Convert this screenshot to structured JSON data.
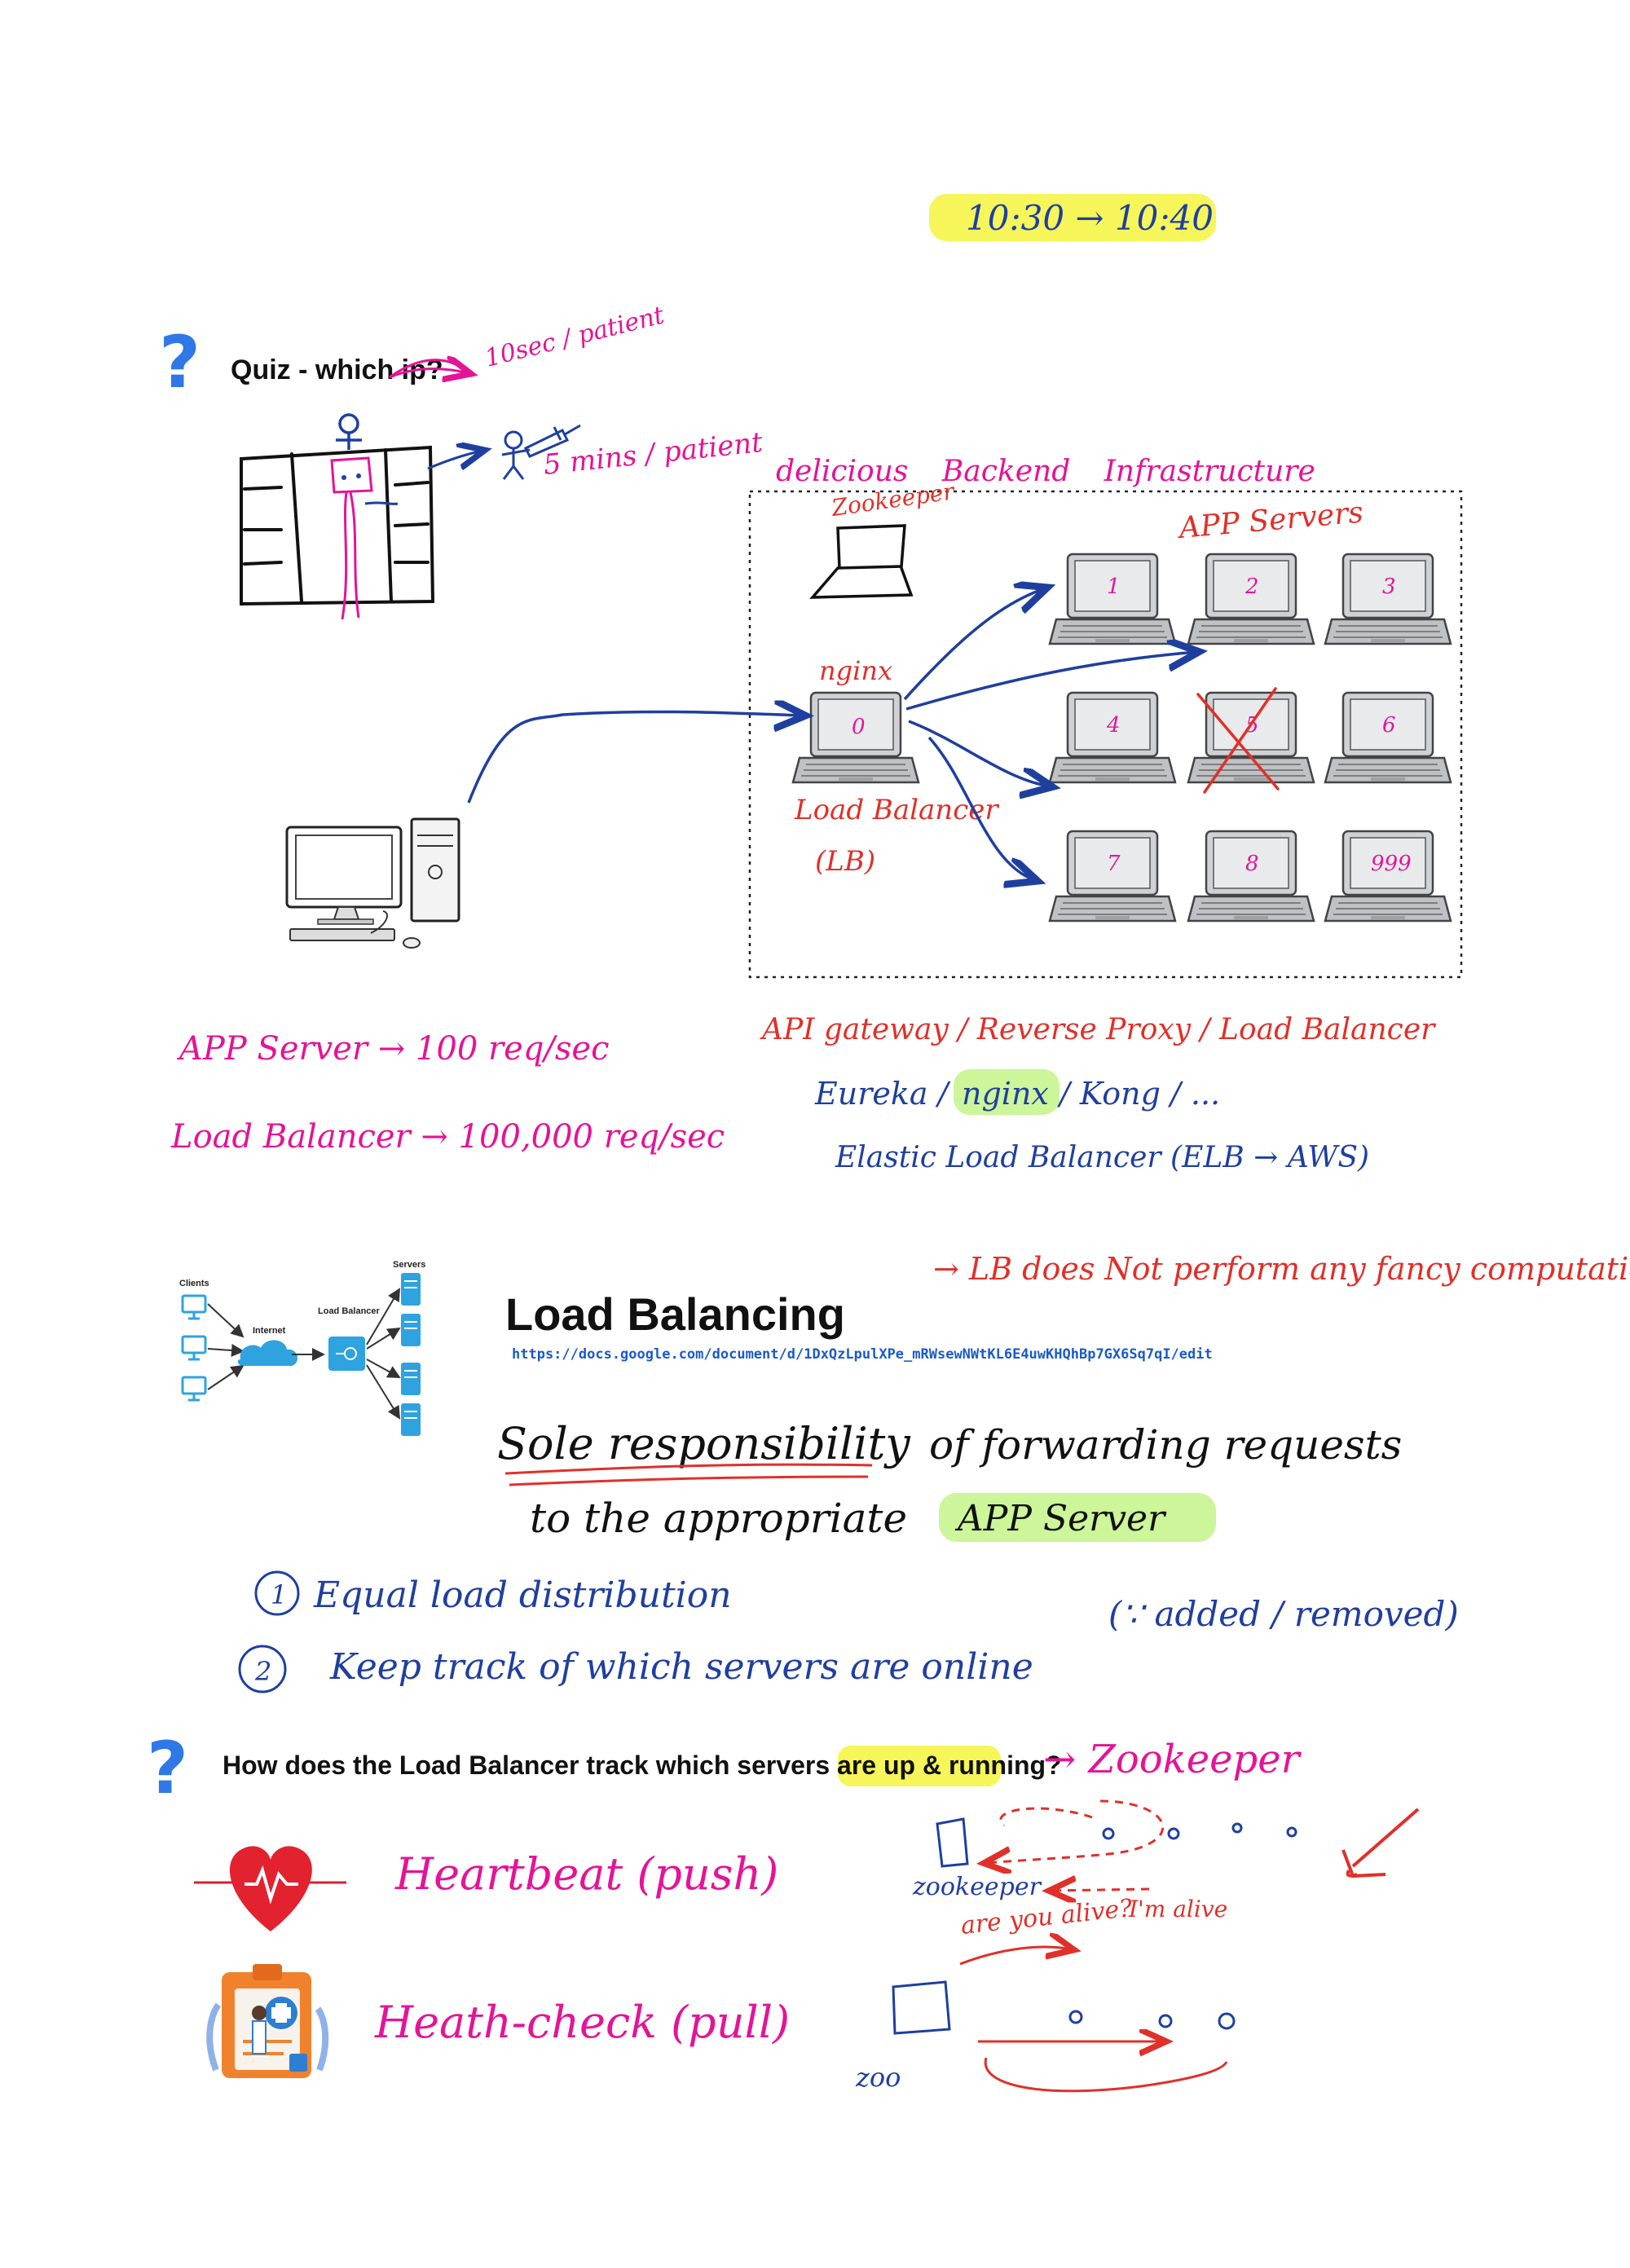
{
  "colors": {
    "pen_blue": "#1f3f9f",
    "pen_magenta": "#e41497",
    "pen_red": "#e0302a",
    "pen_black": "#111111",
    "highlight_yellow": "#f6f55a",
    "highlight_green": "#cdf59a",
    "question_blue": "#2f78e6",
    "link_blue": "#1a5ac8"
  },
  "time_note": "10:30 → 10:40",
  "quiz": {
    "title": "Quiz - which ip?",
    "note_fast": "10sec / patient",
    "note_slow": "5 mins / patient"
  },
  "infra": {
    "title": "delicious Backend Infrastructure",
    "zookeeper_label": "Zookeeper",
    "app_servers_label": "APP Servers",
    "nginx_label": "nginx",
    "lb_label": "Load Balancer",
    "lb_abbrev": "(LB)",
    "lb_number": "0",
    "servers": [
      "1",
      "2",
      "3",
      "4",
      "5",
      "6",
      "7",
      "8",
      "999"
    ]
  },
  "rates": {
    "app_server": "APP Server → 100 req/sec",
    "load_balancer": "Load Balancer → 100,000 req/sec"
  },
  "gateway": {
    "line1": "API gateway / Reverse Proxy / Load Balancer",
    "eureka": "Eureka /",
    "nginx": "nginx",
    "kong": "/ Kong / ...",
    "line3": "Elastic Load Balancer (ELB → AWS)"
  },
  "lb_section": {
    "title": "Load Balancing",
    "url": "https://docs.google.com/document/d/1DxQzLpulXPe_mRWsewNWtKL6E4uwKHQhBp7GX6Sq7qI/edit",
    "note": "→ LB does Not perform any fancy computation",
    "diagram_clients": "Clients",
    "diagram_internet": "Internet",
    "diagram_lb": "Load Balancer",
    "diagram_servers": "Servers",
    "sole_1": "Sole responsibility",
    "sole_2": "of forwarding requests",
    "sole_3": "to the appropriate",
    "sole_4": "APP Server",
    "point1": "Equal load distribution",
    "point2": "Keep track of which servers are online",
    "point2_note": "(∵ added / removed)"
  },
  "tracking": {
    "question": "How does the Load Balancer track which servers are ",
    "question_highlight": "up & running",
    "question_end": "?",
    "answer": "→ Zookeeper",
    "heartbeat": "Heartbeat (push)",
    "healthcheck": "Heath-check (pull)",
    "zookeeper_label": "zookeeper",
    "alive": "I'm alive",
    "are_you_alive": "are you alive?",
    "zoo_label": "zoo"
  }
}
